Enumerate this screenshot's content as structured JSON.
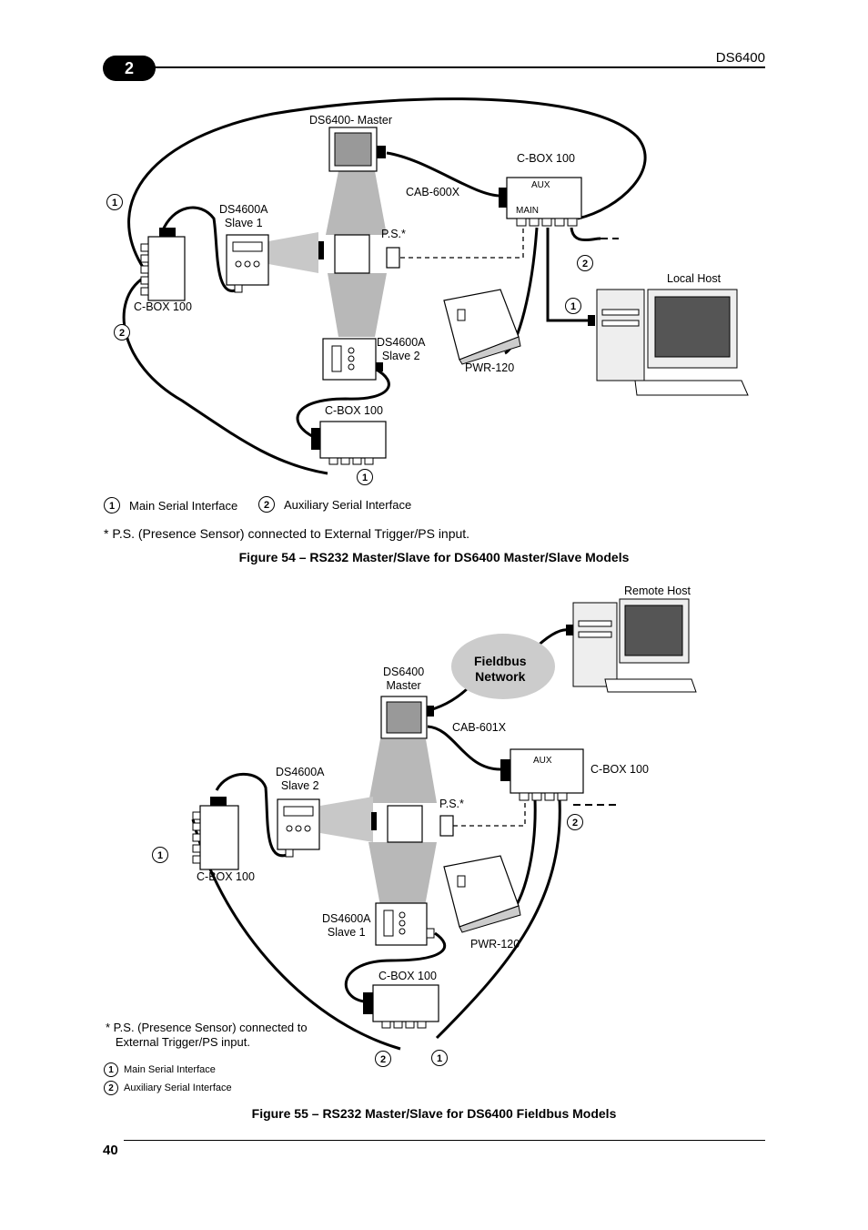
{
  "header": {
    "chapter": "2",
    "product": "DS6400"
  },
  "figure54": {
    "labels": {
      "master": "DS6400- Master",
      "cbox_right": "C-BOX 100",
      "cab": "CAB-600X",
      "aux": "AUX",
      "main": "MAIN",
      "slave1": "DS4600A\nSlave 1",
      "ps": "P.S.*",
      "cbox_left": "C-BOX 100",
      "local_host": "Local Host",
      "slave2": "DS4600A\nSlave 2",
      "pwr": "PWR-120",
      "cbox_bottom": "C-BOX 100"
    },
    "legend": [
      {
        "num": "1",
        "text": "Main Serial Interface"
      },
      {
        "num": "2",
        "text": "Auxiliary Serial Interface"
      }
    ],
    "note": "*   P.S. (Presence Sensor) connected to External Trigger/PS input.",
    "caption": "Figure 54 – RS232 Master/Slave for DS6400 Master/Slave Models"
  },
  "figure55": {
    "labels": {
      "remote_host": "Remote Host",
      "fieldbus": "Fieldbus\nNetwork",
      "master": "DS6400\nMaster",
      "cab": "CAB-601X",
      "aux": "AUX",
      "cbox_right": "C-BOX 100",
      "slave2": "DS4600A\nSlave 2",
      "ps": "P.S.*",
      "cbox_left": "C-BOX 100",
      "slave1": "DS4600A\nSlave 1",
      "pwr": "PWR-120",
      "cbox_bottom": "C-BOX 100"
    },
    "note": "* P.S. (Presence Sensor) connected to\n   External Trigger/PS input.",
    "legend": [
      {
        "num": "1",
        "text": "Main Serial Interface"
      },
      {
        "num": "2",
        "text": "Auxiliary Serial Interface"
      }
    ],
    "caption": "Figure 55 – RS232 Master/Slave for DS6400 Fieldbus Models"
  },
  "callouts": {
    "one": "1",
    "two": "2"
  },
  "footer": {
    "page_number": "40"
  }
}
